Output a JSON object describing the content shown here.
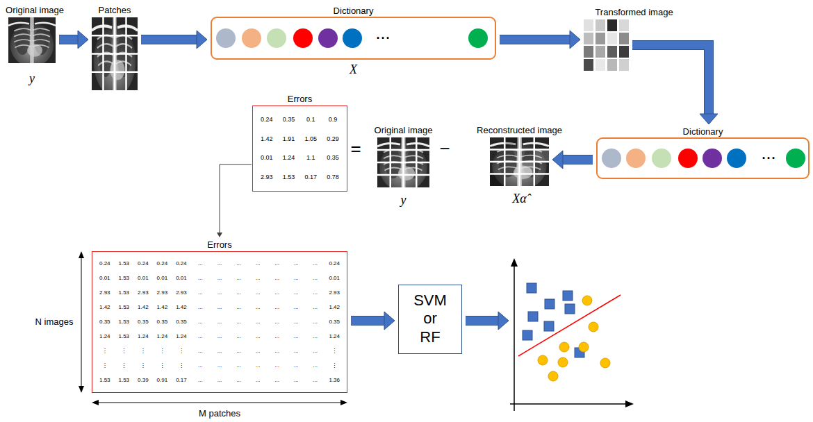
{
  "diagram": {
    "nodes": [
      {
        "text": [
          "Original image",
          "y"
        ]
      },
      {
        "text": [
          "Patches"
        ]
      },
      {
        "text": [
          "Dictionary",
          "···",
          "X"
        ]
      },
      {
        "text": [
          "Transformed image"
        ]
      },
      {
        "text": [
          "Errors",
          "0.24",
          "0.35",
          "0.1",
          "0.9",
          "1.42",
          "1.91",
          "1.05",
          "0.29",
          "0.01",
          "1.24",
          "1.1",
          "0.35",
          "2.93",
          "1.53",
          "0.17",
          "0.78"
        ]
      },
      {
        "text": [
          "Original image",
          "y"
        ]
      },
      {
        "text": [
          "Reconstructed image",
          "Xα̂"
        ]
      },
      {
        "text": [
          "Dictionary",
          "···"
        ]
      },
      {
        "text": [
          "Errors",
          "0.24",
          "1.53",
          "0.24",
          "0.24",
          "0.24",
          "...",
          "...",
          "...",
          "...",
          "...",
          "...",
          "...",
          "0.24",
          "0.01",
          "1.53",
          "0.01",
          "0.01",
          "0.01",
          "...",
          "...",
          "...",
          "...",
          "...",
          "...",
          "...",
          "0.01",
          "2.93",
          "1.53",
          "2.93",
          "2.93",
          "2.93",
          "...",
          "...",
          "...",
          "...",
          "...",
          "...",
          "...",
          "2.93",
          "1.42",
          "1.53",
          "1.42",
          "1.42",
          "1.42",
          "...",
          "...",
          "...",
          "...",
          "...",
          "...",
          "...",
          "1.42",
          "0.35",
          "1.53",
          "0.35",
          "0.35",
          "0.35",
          "...",
          "...",
          "...",
          "...",
          "...",
          "...",
          "...",
          "0.35",
          "1.24",
          "1.53",
          "1.24",
          "1.24",
          "1.24",
          "...",
          "...",
          "...",
          "...",
          "...",
          "...",
          "...",
          "1.24",
          "⋮",
          "⋮",
          "⋮",
          "⋮",
          "⋮",
          "...",
          "...",
          "...",
          "...",
          "...",
          "...",
          "...",
          "⋮",
          "⋮",
          "⋮",
          "⋮",
          "⋮",
          "⋮",
          "...",
          "...",
          "...",
          "...",
          "...",
          "...",
          "...",
          "⋮",
          "1.53",
          "1.53",
          "0.39",
          "0.91",
          "0.17",
          "...",
          "...",
          "...",
          "...",
          "...",
          "...",
          "...",
          "1.36"
        ]
      },
      {
        "text": [
          "SVM or RF"
        ]
      }
    ],
    "edges": [
      {
        "from": 0,
        "to": 1,
        "arrow": "to"
      },
      {
        "from": 1,
        "to": 2,
        "arrow": "to"
      },
      {
        "from": 2,
        "to": 3,
        "arrow": "to"
      },
      {
        "from": 3,
        "to": 7,
        "arrow": "to"
      },
      {
        "from": 7,
        "to": 6,
        "arrow": "to"
      },
      {
        "from": 4,
        "to": 8,
        "arrow": "to"
      },
      {
        "from": 8,
        "to": 9,
        "arrow": "to"
      }
    ],
    "labels": [
      "=",
      "−",
      "N images",
      "M patches"
    ]
  }
}
